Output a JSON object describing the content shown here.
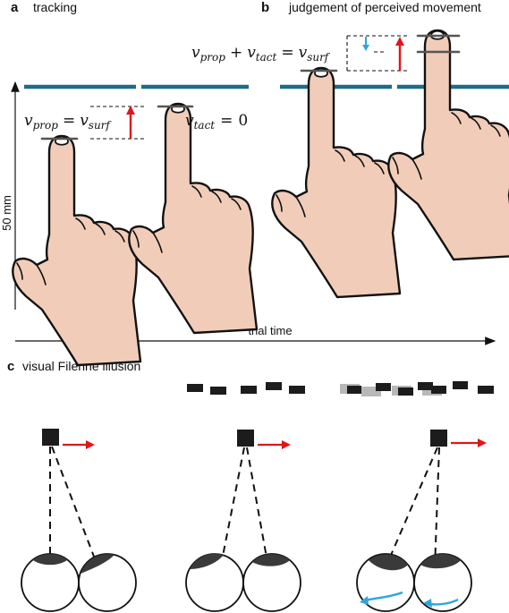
{
  "panels": {
    "a": {
      "letter": "a",
      "title": "tracking"
    },
    "b": {
      "letter": "b",
      "title": "judgement of perceived movement"
    },
    "c": {
      "letter": "c",
      "title": "visual Filehne illusion"
    }
  },
  "axes": {
    "y_label": "50 mm",
    "x_label": "trial time"
  },
  "equations": {
    "a_left": {
      "lhs_var": "v",
      "lhs_sub": "prop",
      "op": "=",
      "rhs_var": "v",
      "rhs_sub": "surf"
    },
    "a_right": {
      "lhs_var": "v",
      "lhs_sub": "tact",
      "op": "=",
      "rhs_num": "0"
    },
    "b": {
      "t1_var": "v",
      "t1_sub": "prop",
      "plus": "+",
      "t2_var": "v",
      "t2_sub": "tact",
      "op": "=",
      "rhs_var": "v",
      "rhs_sub": "surf"
    }
  },
  "colors": {
    "surface": "#1f6b87",
    "skin": "#f1cdb9",
    "red_arrow": "#e0161b",
    "blue_arrow": "#2aa7dc",
    "black": "#111111"
  }
}
